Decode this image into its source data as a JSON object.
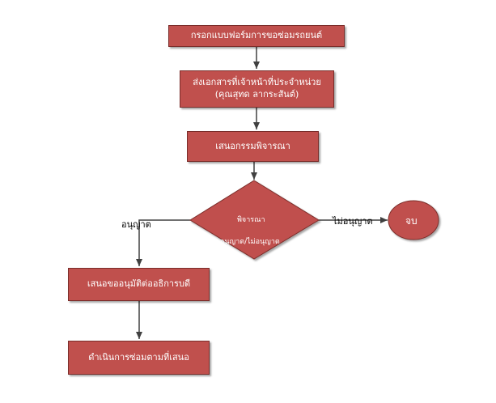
{
  "nodes": {
    "fill_form": "กรอกแบบฟอร์มการขอซ่อมรถยนต์",
    "send_docs_line1": "ส่งเอกสารที่เจ้าหน้าที่ประจำหน่วย",
    "send_docs_line2": "(คุณสุทด ลากระสันต์)",
    "propose_committee": "เสนอกรรมพิจารณา",
    "consider": "พิจารณา",
    "approve_or_not": "อนุญาต/ไม่อนุญาต",
    "request_dean": "เสนอขออนุมัติต่ออธิการบดี",
    "do_repair": "ดำเนินการซ่อมตามที่เสนอ",
    "end": "จบ"
  },
  "edges": {
    "approved": "อนุญาต",
    "not_approved": "ไม่อนุญาต"
  },
  "colors": {
    "box_fill": "#c0504d",
    "box_border": "#7a2d2a",
    "arrow": "#404040"
  }
}
